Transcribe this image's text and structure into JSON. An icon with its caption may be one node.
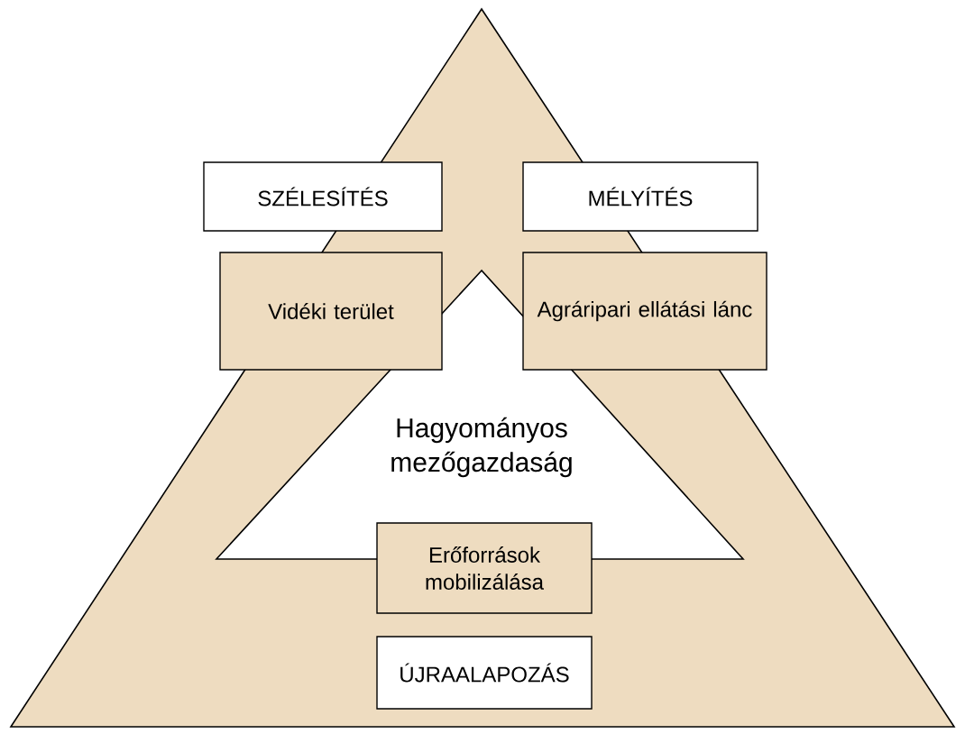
{
  "diagram": {
    "nodes": [
      {
        "text": [
          "SZÉLESÍTÉS"
        ]
      },
      {
        "text": [
          "Vidéki terület"
        ]
      },
      {
        "text": [
          "MÉLYÍTÉS"
        ]
      },
      {
        "text": [
          "Agráripari ellátási lánc"
        ]
      },
      {
        "text": [
          "Erőforrások mobilizálása"
        ]
      },
      {
        "text": [
          "ÚJRAALAPOZÁS"
        ]
      }
    ],
    "edges": [],
    "labels": [
      "Hagyományos mezőgazdaság"
    ]
  }
}
